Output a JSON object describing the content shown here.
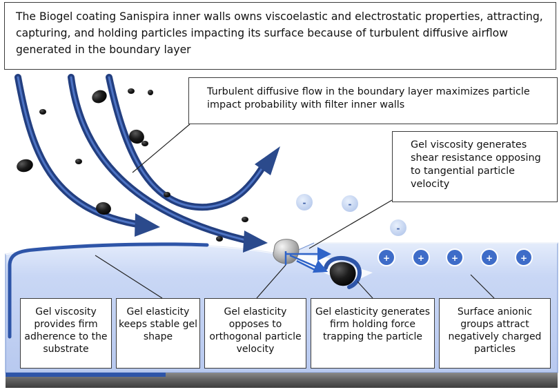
{
  "header": {
    "text": "The Biogel coating Sanispira inner walls owns viscoelastic and electrostatic properties, attracting, capturing, and holding particles impacting its surface because of turbulent diffusive airflow generated  in the boundary layer"
  },
  "callouts": {
    "turbulent_flow": "Turbulent diffusive flow in the boundary layer maximizes particle impact probability with filter inner walls",
    "gel_viscosity_shear": "Gel viscosity generates shear resistance opposing to tangential particle velocity"
  },
  "bottom_labels": {
    "adherence": "Gel viscosity provides firm adherence to the substrate",
    "stable_shape": "Gel elasticity keeps stable gel shape",
    "orthogonal": "Gel elasticity opposes to orthogonal particle velocity",
    "holding_force": "Gel elasticity generates firm holding force trapping the particle",
    "anionic": "Surface anionic groups attract negatively charged particles"
  },
  "charges": {
    "negative_symbol": "-",
    "positive_symbol": "+"
  },
  "colors": {
    "arrow": "#2b4a8c",
    "gel_fill": "#c5d4f4",
    "gel_edge": "#2e55a8",
    "negative_charge": "#c8d8f2",
    "positive_charge": "#3e6cc8",
    "particle": "#1f1f1f",
    "substrate": "#6e6e6e"
  },
  "icons": {
    "particle": "particle-icon",
    "negative_charge": "negative-charge-icon",
    "positive_charge": "positive-charge-icon"
  }
}
